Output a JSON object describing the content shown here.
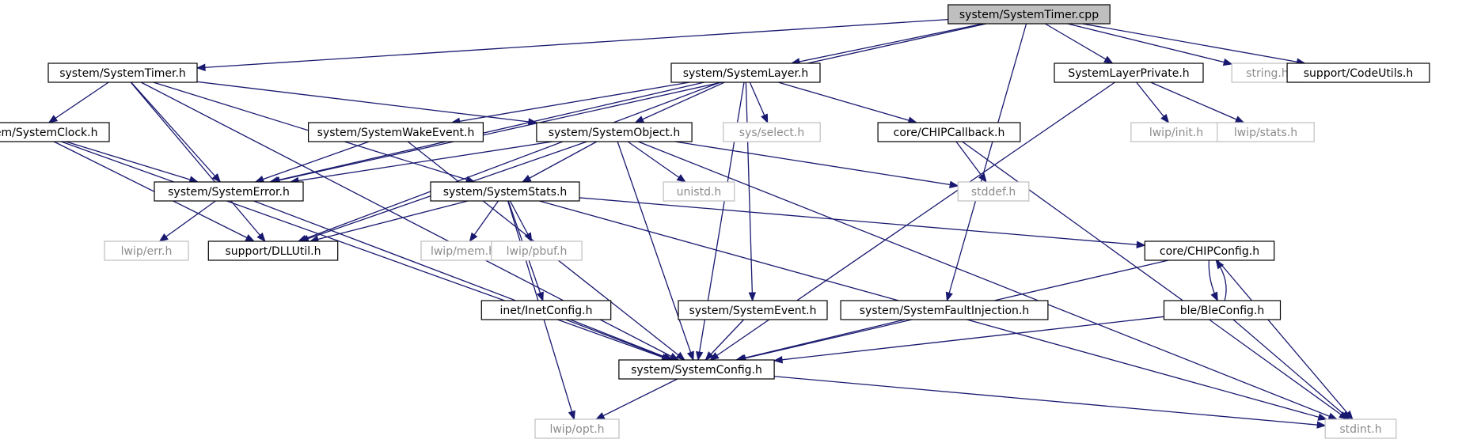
{
  "colors": {
    "edge": "#191970",
    "root_fill": "#bfbfbf",
    "missing_border": "#bfbfbf",
    "missing_text": "#8c8c8c"
  },
  "nodes": [
    {
      "id": "root",
      "label": "system/SystemTimer.cpp",
      "kind": "root"
    },
    {
      "id": "timer_h",
      "label": "system/SystemTimer.h",
      "kind": "file"
    },
    {
      "id": "layer_h",
      "label": "system/SystemLayer.h",
      "kind": "file"
    },
    {
      "id": "layerpriv",
      "label": "SystemLayerPrivate.h",
      "kind": "file"
    },
    {
      "id": "string_h",
      "label": "string.h",
      "kind": "missing"
    },
    {
      "id": "codeutils",
      "label": "support/CodeUtils.h",
      "kind": "file"
    },
    {
      "id": "clock",
      "label": "system/SystemClock.h",
      "kind": "file"
    },
    {
      "id": "wake",
      "label": "system/SystemWakeEvent.h",
      "kind": "file"
    },
    {
      "id": "object",
      "label": "system/SystemObject.h",
      "kind": "file"
    },
    {
      "id": "select",
      "label": "sys/select.h",
      "kind": "missing"
    },
    {
      "id": "callback",
      "label": "core/CHIPCallback.h",
      "kind": "file"
    },
    {
      "id": "lwipinit",
      "label": "lwip/init.h",
      "kind": "missing"
    },
    {
      "id": "lwipstats",
      "label": "lwip/stats.h",
      "kind": "missing"
    },
    {
      "id": "error",
      "label": "system/SystemError.h",
      "kind": "file"
    },
    {
      "id": "stats",
      "label": "system/SystemStats.h",
      "kind": "file"
    },
    {
      "id": "unistd",
      "label": "unistd.h",
      "kind": "missing"
    },
    {
      "id": "stddef",
      "label": "stddef.h",
      "kind": "missing"
    },
    {
      "id": "lwiperr",
      "label": "lwip/err.h",
      "kind": "missing"
    },
    {
      "id": "dllutil",
      "label": "support/DLLUtil.h",
      "kind": "file"
    },
    {
      "id": "lwipmem",
      "label": "lwip/mem.h",
      "kind": "missing"
    },
    {
      "id": "lwippbuf",
      "label": "lwip/pbuf.h",
      "kind": "missing"
    },
    {
      "id": "chipconfig",
      "label": "core/CHIPConfig.h",
      "kind": "file"
    },
    {
      "id": "inetconfig",
      "label": "inet/InetConfig.h",
      "kind": "file"
    },
    {
      "id": "event",
      "label": "system/SystemEvent.h",
      "kind": "file"
    },
    {
      "id": "fault",
      "label": "system/SystemFaultInjection.h",
      "kind": "file"
    },
    {
      "id": "bleconfig",
      "label": "ble/BleConfig.h",
      "kind": "file"
    },
    {
      "id": "config",
      "label": "system/SystemConfig.h",
      "kind": "file"
    },
    {
      "id": "lwipopt",
      "label": "lwip/opt.h",
      "kind": "missing"
    },
    {
      "id": "stdint",
      "label": "stdint.h",
      "kind": "missing"
    }
  ],
  "edges": [
    [
      "root",
      "timer_h"
    ],
    [
      "root",
      "layer_h"
    ],
    [
      "root",
      "layerpriv"
    ],
    [
      "root",
      "string_h"
    ],
    [
      "root",
      "codeutils"
    ],
    [
      "root",
      "error"
    ],
    [
      "root",
      "fault"
    ],
    [
      "timer_h",
      "clock"
    ],
    [
      "timer_h",
      "error"
    ],
    [
      "timer_h",
      "dllutil"
    ],
    [
      "timer_h",
      "config"
    ],
    [
      "timer_h",
      "object"
    ],
    [
      "timer_h",
      "stats"
    ],
    [
      "layer_h",
      "wake"
    ],
    [
      "layer_h",
      "object"
    ],
    [
      "layer_h",
      "select"
    ],
    [
      "layer_h",
      "callback"
    ],
    [
      "layer_h",
      "error"
    ],
    [
      "layer_h",
      "dllutil"
    ],
    [
      "layer_h",
      "event"
    ],
    [
      "layer_h",
      "config"
    ],
    [
      "layerpriv",
      "lwipinit"
    ],
    [
      "layerpriv",
      "lwipstats"
    ],
    [
      "layerpriv",
      "config"
    ],
    [
      "clock",
      "error"
    ],
    [
      "clock",
      "dllutil"
    ],
    [
      "clock",
      "config"
    ],
    [
      "wake",
      "error"
    ],
    [
      "wake",
      "config"
    ],
    [
      "object",
      "error"
    ],
    [
      "object",
      "stats"
    ],
    [
      "object",
      "dllutil"
    ],
    [
      "object",
      "unistd"
    ],
    [
      "object",
      "stddef"
    ],
    [
      "object",
      "config"
    ],
    [
      "object",
      "stdint"
    ],
    [
      "callback",
      "stddef"
    ],
    [
      "callback",
      "stdint"
    ],
    [
      "error",
      "lwiperr"
    ],
    [
      "error",
      "config"
    ],
    [
      "stats",
      "dllutil"
    ],
    [
      "stats",
      "lwipmem"
    ],
    [
      "stats",
      "lwippbuf"
    ],
    [
      "stats",
      "inetconfig"
    ],
    [
      "stats",
      "lwipopt"
    ],
    [
      "stats",
      "chipconfig"
    ],
    [
      "stats",
      "stdint"
    ],
    [
      "chipconfig",
      "bleconfig"
    ],
    [
      "chipconfig",
      "config"
    ],
    [
      "chipconfig",
      "stdint"
    ],
    [
      "bleconfig",
      "chipconfig"
    ],
    [
      "bleconfig",
      "config"
    ],
    [
      "bleconfig",
      "stdint"
    ],
    [
      "inetconfig",
      "config"
    ],
    [
      "event",
      "config"
    ],
    [
      "fault",
      "config"
    ],
    [
      "config",
      "lwipopt"
    ],
    [
      "config",
      "stdint"
    ]
  ]
}
